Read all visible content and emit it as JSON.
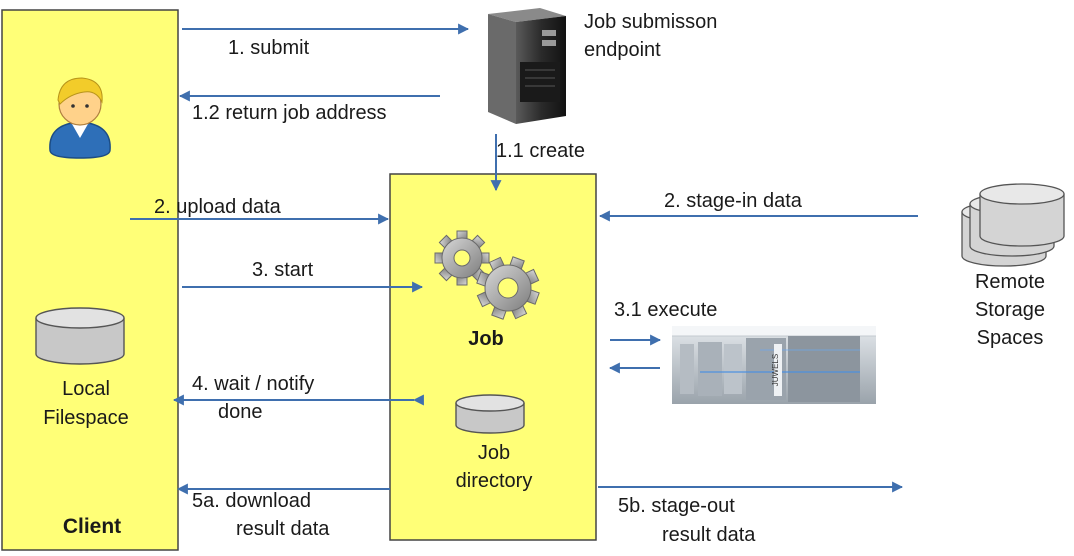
{
  "client": {
    "title": "Client",
    "filespace_label": [
      "Local",
      "Filespace"
    ]
  },
  "endpoint": {
    "label": [
      "Job submisson",
      "endpoint"
    ]
  },
  "job": {
    "title": "Job",
    "directory_label": [
      "Job",
      "directory"
    ]
  },
  "remote": {
    "label": [
      "Remote",
      "Storage",
      "Spaces"
    ]
  },
  "machine": {
    "label": "JUWELS"
  },
  "arrows": {
    "submit": "1. submit",
    "return_address": "1.2 return job address",
    "create": "1.1 create",
    "upload": "2. upload data",
    "stage_in": "2. stage-in data",
    "start": "3. start",
    "execute": "3.1 execute",
    "wait_notify": [
      "4. wait / notify",
      "done"
    ],
    "download": [
      "5a. download",
      "result data"
    ],
    "stage_out": [
      "5b. stage-out",
      "result data"
    ]
  },
  "colors": {
    "box_fill": "#ffff77",
    "arrow": "#3f6fae",
    "drum": "#c8c8c8"
  }
}
